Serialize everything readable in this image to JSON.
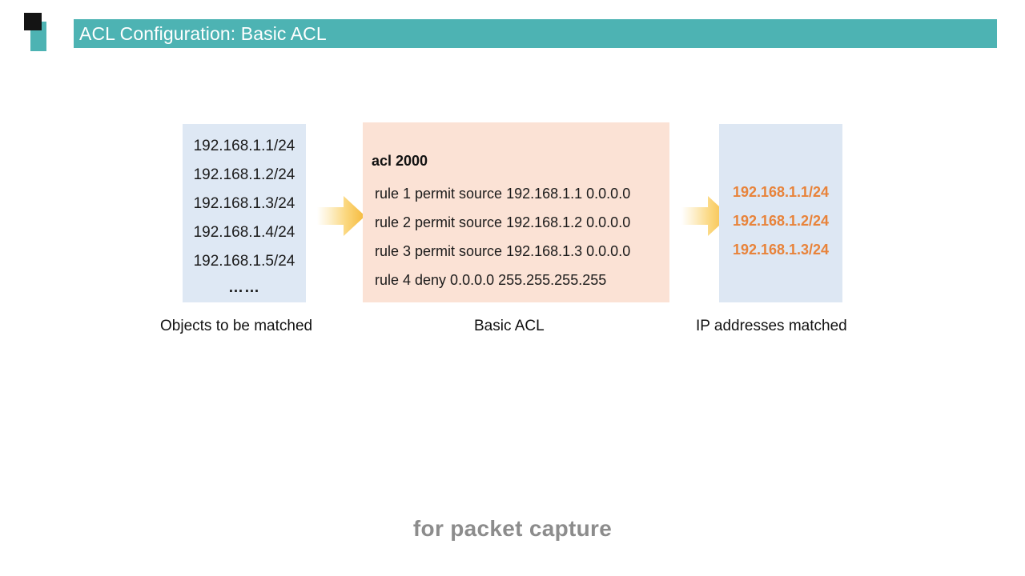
{
  "header": {
    "title": "ACL Configuration: Basic ACL",
    "bar_color": "#4DB3B3",
    "deco_square_color": "#141414",
    "deco_bar_color": "#4DB3B3",
    "title_color": "#FFFFFF"
  },
  "left_panel": {
    "caption": "Objects to be matched",
    "background_color": "#DEE8F4",
    "items": [
      "192.168.1.1/24",
      "192.168.1.2/24",
      "192.168.1.3/24",
      "192.168.1.4/24",
      "192.168.1.5/24"
    ],
    "ellipsis": "……"
  },
  "acl_panel": {
    "caption": "Basic ACL",
    "background_color": "#FBE2D5",
    "acl_name": "acl 2000",
    "rules": [
      "rule 1 permit source 192.168.1.1 0.0.0.0",
      "rule 2 permit source 192.168.1.2 0.0.0.0",
      "rule 3 permit source 192.168.1.3 0.0.0.0",
      "rule 4 deny 0.0.0.0 255.255.255.255"
    ]
  },
  "right_panel": {
    "caption": "IP addresses matched",
    "background_color": "#DDE7F3",
    "text_color": "#E8833A",
    "items": [
      "192.168.1.1/24",
      "192.168.1.2/24",
      "192.168.1.3/24"
    ]
  },
  "arrows": {
    "color_start": "#FFFFFF",
    "color_end": "#F5B93A",
    "count": 2
  },
  "watermark": {
    "text": "for packet capture",
    "color": "#8C8C8C"
  }
}
